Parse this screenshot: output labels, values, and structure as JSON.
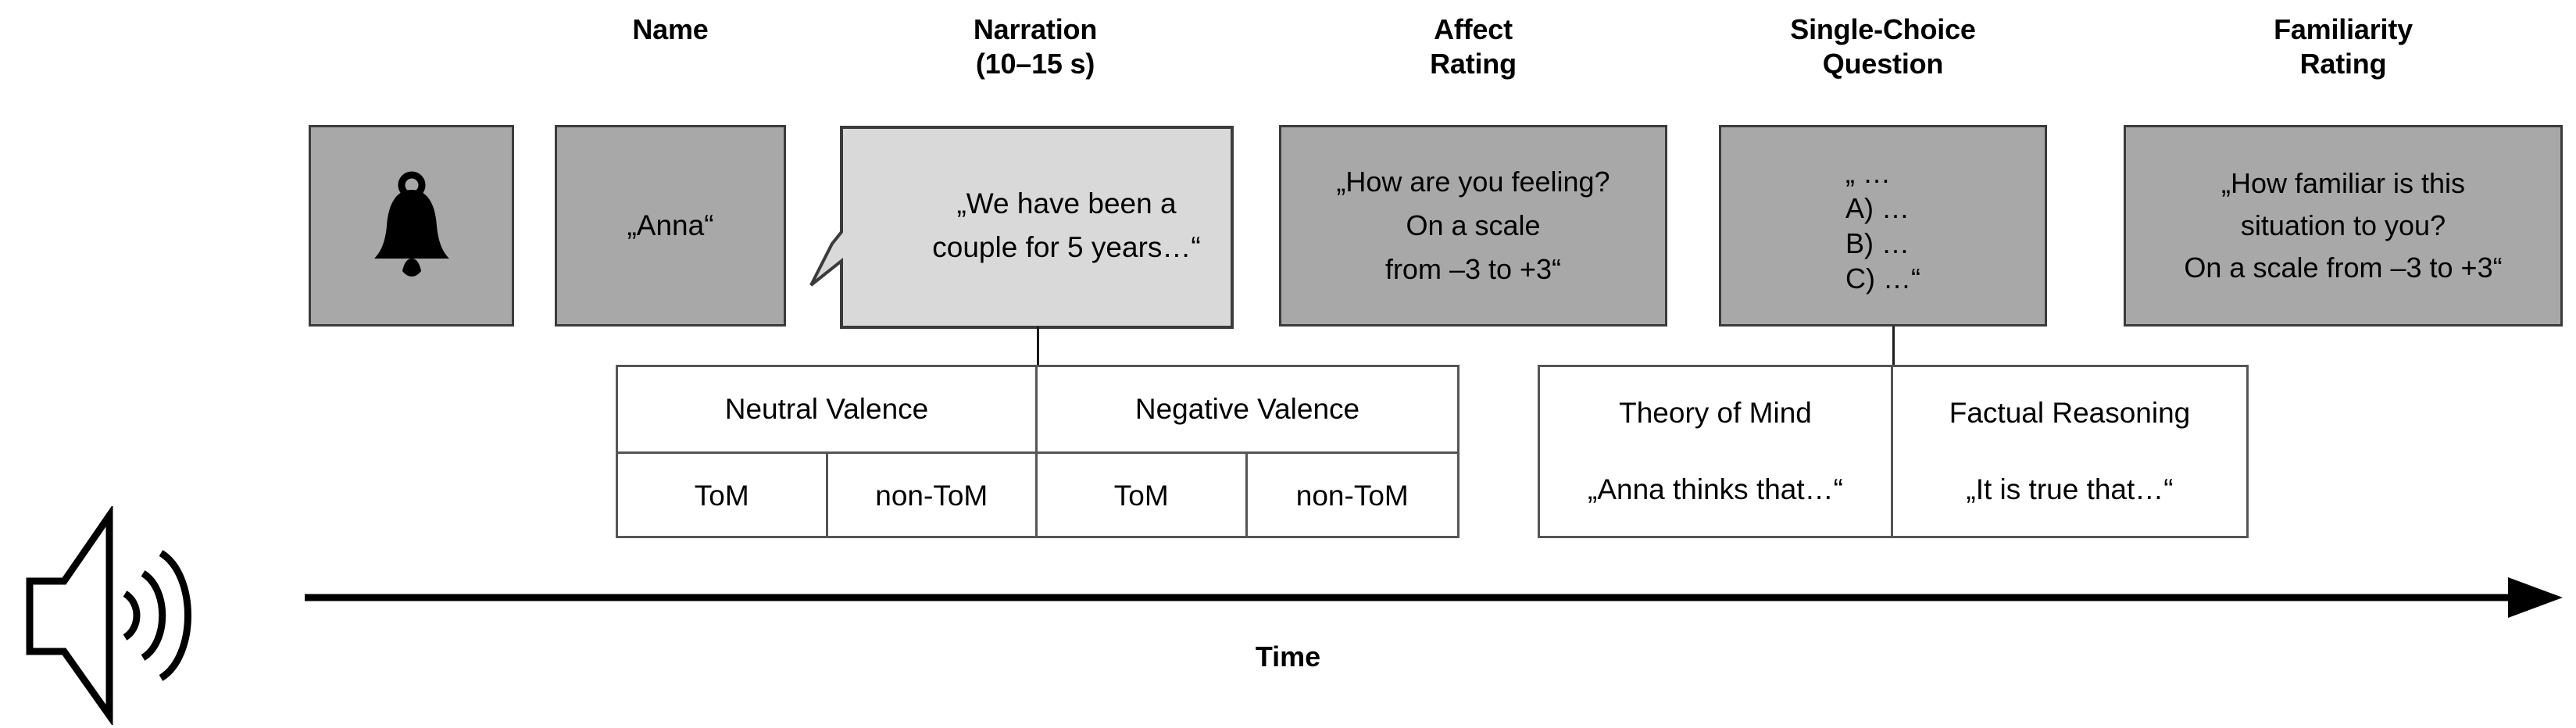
{
  "figure": {
    "title_axis_label": "Time",
    "colors": {
      "box_fill": "#a8a8a8",
      "bubble_fill": "#d9d9d9",
      "box_border": "#3b3b3b",
      "table_border": "#555555",
      "line": "#1a1a1a",
      "background": "#ffffff"
    }
  },
  "headers": [
    {
      "label": "Name",
      "sub": ""
    },
    {
      "label": "Narration",
      "sub": "(10–15 s)"
    },
    {
      "label": "Affect",
      "sub": "Rating"
    },
    {
      "label": "Single-Choice",
      "sub": "Question"
    },
    {
      "label": "Familiarity",
      "sub": "Rating"
    }
  ],
  "stimuli": {
    "cue": {
      "icon": "bell-icon",
      "label": ""
    },
    "name": {
      "text": "„Anna“"
    },
    "narration": {
      "line1": "„We have been a",
      "line2": "couple for 5 years…“"
    },
    "affect": {
      "line1": "„How are you feeling?",
      "line2": "On a scale",
      "line3": "from –3 to +3“"
    },
    "single_choice": {
      "line1": "„ …",
      "line2": "A) …",
      "line3": "B) …",
      "line4": "C) …“"
    },
    "familiarity": {
      "line1": "„How familiar is this",
      "line2": "situation to you?",
      "line3": "On a scale from –3 to +3“"
    }
  },
  "valence_table": {
    "columns": [
      "Neutral Valence",
      "Negative Valence"
    ],
    "subcolumns": [
      "ToM",
      "non-ToM",
      "ToM",
      "non-ToM"
    ]
  },
  "question_type_table": {
    "columns": [
      {
        "title": "Theory of Mind",
        "example": "„Anna thinks that…“"
      },
      {
        "title": "Factual Reasoning",
        "example": "„It is true that…“"
      }
    ]
  },
  "timeline": {
    "axis_label": "Time",
    "speaker_icon": "speaker-wave-icon",
    "arrow_icon": "right-arrow-icon"
  }
}
